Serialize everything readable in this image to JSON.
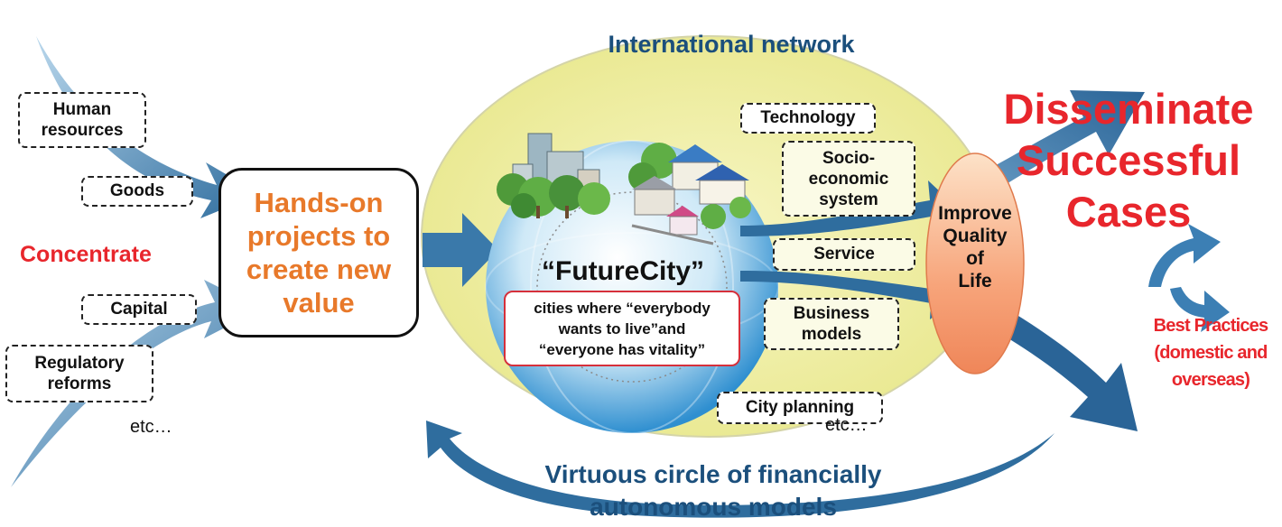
{
  "title": "International network",
  "left": {
    "human_resources": [
      "Human",
      "resources"
    ],
    "goods": "Goods",
    "capital": "Capital",
    "regulatory_reforms": [
      "Regulatory",
      "reforms"
    ],
    "concentrate": "Concentrate",
    "etc": "etc…"
  },
  "hands_on": [
    "Hands-on",
    "projects to",
    "create new",
    "value"
  ],
  "center": {
    "futurecity": "“FutureCity”",
    "cities_desc": [
      "cities where “everybody",
      "wants to live”and",
      "“everyone has vitality”"
    ]
  },
  "elements": {
    "technology": "Technology",
    "socio_economic": [
      "Socio-",
      "economic",
      "system"
    ],
    "service": "Service",
    "business_models": [
      "Business",
      "models"
    ],
    "city_planning": "City planning",
    "etc": "etc…"
  },
  "improve": [
    "Improve",
    "Quality",
    "of",
    "Life"
  ],
  "disseminate": [
    "Disseminate",
    "Successful",
    "Cases"
  ],
  "best_practices": [
    "Best Practices",
    "(domestic and",
    "overseas)"
  ],
  "virtuous": [
    "Virtuous circle of financially",
    "autonomous models"
  ],
  "colors": {
    "red": "#e8262c",
    "orange": "#e8792a",
    "navy": "#1b4f7c",
    "arrow_blue": "#2f6d9e",
    "ellipse_yellow": "#f1f0a8"
  },
  "icons": [
    "city-buildings-illustration",
    "houses-illustration",
    "globe-icon"
  ]
}
